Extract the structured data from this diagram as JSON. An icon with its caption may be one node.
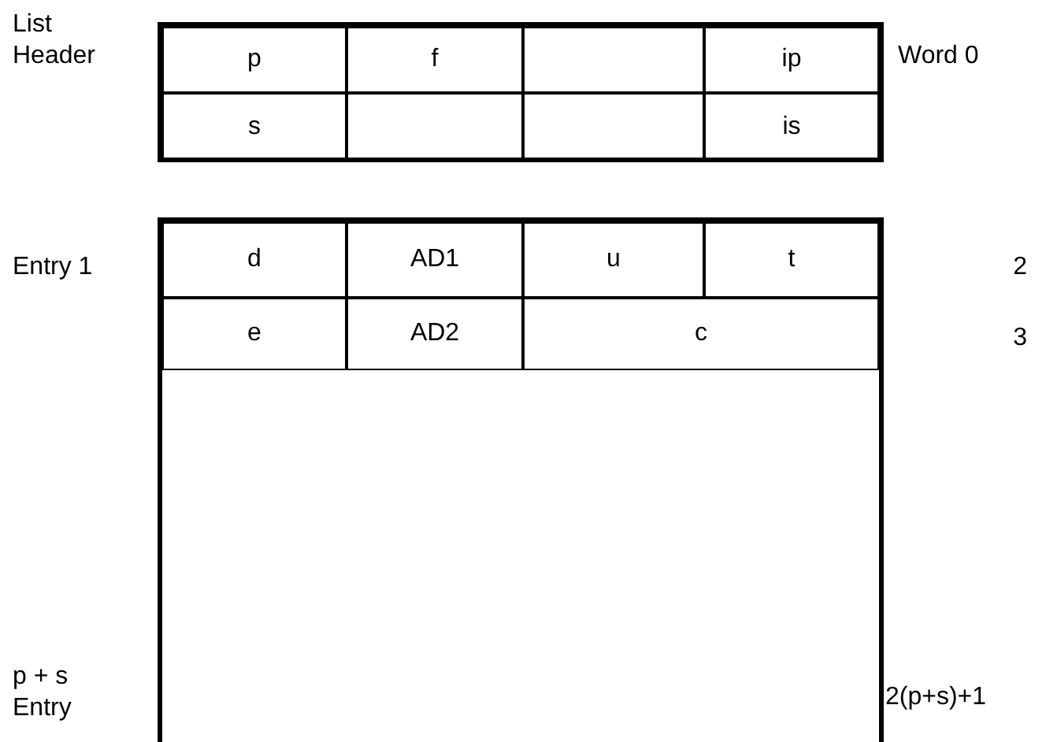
{
  "diagram": {
    "nodes": [
      {
        "text": [],
        "shape": "box"
      },
      {
        "text": [
          "p"
        ],
        "in": 0
      },
      {
        "text": [
          "f"
        ],
        "in": 0
      },
      {
        "text": [],
        "shape": "box",
        "in": 0
      },
      {
        "text": [
          "ip"
        ],
        "in": 0
      },
      {
        "text": [
          "s"
        ],
        "in": 0
      },
      {
        "text": [],
        "shape": "box",
        "in": 0
      },
      {
        "text": [],
        "shape": "box",
        "in": 0
      },
      {
        "text": [
          "is"
        ],
        "in": 0
      },
      {
        "text": [],
        "shape": "box"
      },
      {
        "text": [
          "d"
        ],
        "in": 9
      },
      {
        "text": [
          "AD1"
        ],
        "in": 9
      },
      {
        "text": [
          "u"
        ],
        "in": 9
      },
      {
        "text": [
          "t"
        ],
        "in": 9
      },
      {
        "text": [
          "e"
        ],
        "in": 9
      },
      {
        "text": [
          "AD2"
        ],
        "in": 9
      },
      {
        "text": [
          "c"
        ],
        "in": 9
      }
    ],
    "labels": [
      "List Header",
      "Word 0",
      "Entry 1",
      "2",
      "3",
      "p + s Entry",
      "2(p+s)+1"
    ]
  }
}
